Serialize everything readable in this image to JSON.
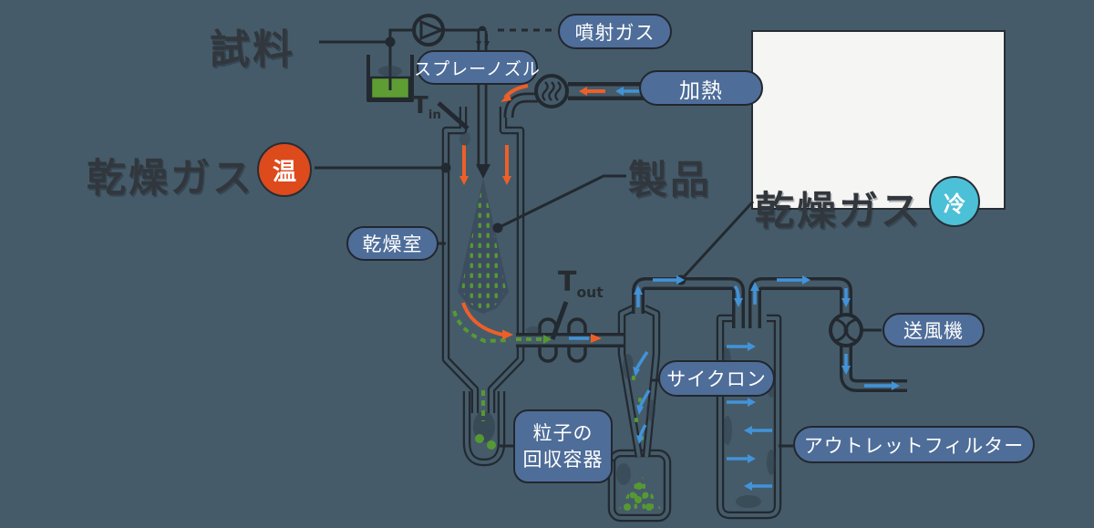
{
  "colors": {
    "background": "#455b69",
    "pipe_dark": "#232930",
    "pill_bg": "#4e6d99",
    "pill_border": "#22272e",
    "pill_text": "#ffffff",
    "big_text": "#31373d",
    "white_panel": "#f5f5f4",
    "hot_badge_bg": "#dd4a1b",
    "cool_badge_bg": "#4cc0d6",
    "arrow_blue": "#4293d8",
    "arrow_orange": "#ee5f28",
    "particle_green": "#569932",
    "liquid_green": "#5d9d33"
  },
  "labels": {
    "sample": "試料",
    "injection_gas": "噴射ガス",
    "spray_nozzle": "スプレーノズル",
    "heating": "加熱",
    "drying_gas_hot": "乾燥ガス",
    "badge_hot": "温",
    "drying_gas_cool": "乾燥ガス",
    "badge_cool": "冷",
    "product": "製品",
    "drying_chamber": "乾燥室",
    "cyclone": "サイクロン",
    "blower": "送風機",
    "outlet_filter": "アウトレットフィルター",
    "collector_line1": "粒子の",
    "collector_line2": "回収容器",
    "t_in": {
      "symbol": "T",
      "sub": "in"
    },
    "t_out": {
      "symbol": "T",
      "sub": "out"
    }
  }
}
